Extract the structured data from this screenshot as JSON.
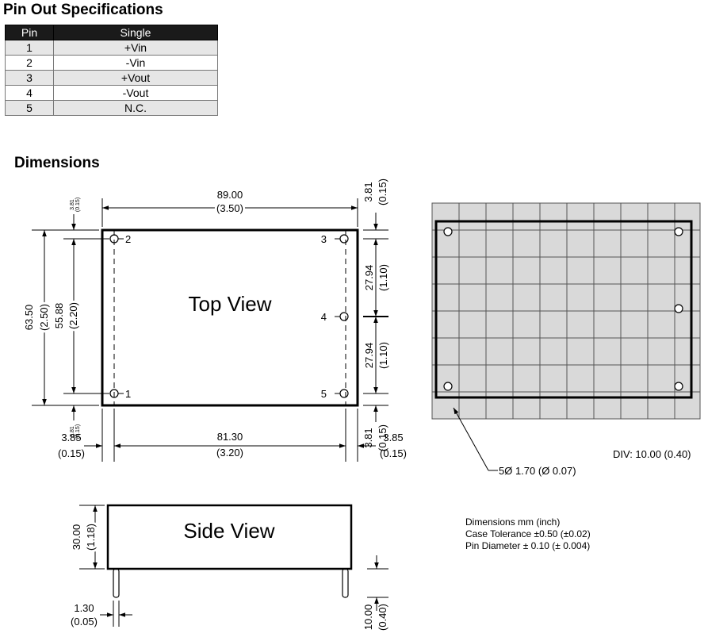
{
  "title": "Pin Out Specifications",
  "table": {
    "headers": [
      "Pin",
      "Single"
    ],
    "rows": [
      {
        "pin": "1",
        "func": "+Vin"
      },
      {
        "pin": "2",
        "func": "-Vin"
      },
      {
        "pin": "3",
        "func": "+Vout"
      },
      {
        "pin": "4",
        "func": "-Vout"
      },
      {
        "pin": "5",
        "func": "N.C."
      }
    ]
  },
  "dimensions_heading": "Dimensions",
  "top_view": {
    "label": "Top View",
    "width_top": "89.00",
    "width_top_in": "(3.50)",
    "width_bottom": "81.30",
    "width_bottom_in": "(3.20)",
    "margin_left": "3.85",
    "margin_left_in": "(0.15)",
    "margin_right": "3.85",
    "margin_right_in": "(0.15)",
    "height_outer": "63.50",
    "height_outer_in": "(2.50)",
    "height_inner": "55.88",
    "height_inner_in": "(2.20)",
    "offset_small_top": "3.81",
    "offset_small_top_in": "(0.15)",
    "offset_small_bottom": "3.81",
    "offset_small_bottom_in": "(0.15)",
    "right_top": "3.81",
    "right_top_in": "(0.15)",
    "right_seg1": "27.94",
    "right_seg1_in": "(1.10)",
    "right_seg2": "27.94",
    "right_seg2_in": "(1.10)",
    "right_bottom": "3.81",
    "right_bottom_in": "(0.15)",
    "pin_labels": [
      "1",
      "2",
      "3",
      "4",
      "5"
    ]
  },
  "side_view": {
    "label": "Side View",
    "height": "30.00",
    "height_in": "(1.18)",
    "pin_width": "1.30",
    "pin_width_in": "(0.05)",
    "pin_length": "10.00",
    "pin_length_in": "(0.40)"
  },
  "grid_view": {
    "div_label": "DIV: 10.00 (0.40)",
    "hole_label": "5Ø 1.70 (Ø 0.07)"
  },
  "notes": [
    "Dimensions mm (inch)",
    "Case Tolerance ±0.50 (±0.02)",
    "Pin Diameter ± 0.10 (± 0.004)"
  ]
}
